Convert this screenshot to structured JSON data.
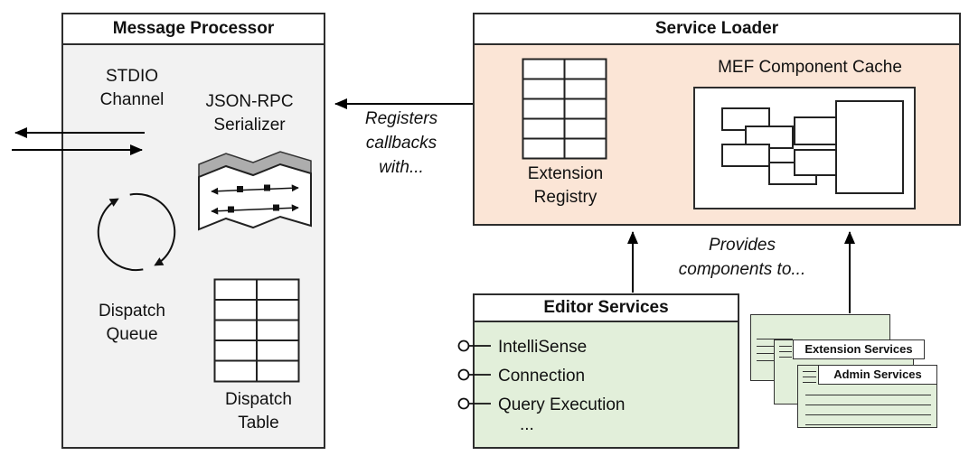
{
  "message_processor": {
    "title": "Message Processor",
    "stdio_channel": "STDIO\nChannel",
    "json_rpc_serializer": "JSON-RPC\nSerializer",
    "dispatch_queue": "Dispatch\nQueue",
    "dispatch_table": "Dispatch\nTable"
  },
  "service_loader": {
    "title": "Service Loader",
    "extension_registry": "Extension\nRegistry",
    "mef_cache_title": "MEF Component Cache"
  },
  "editor_services": {
    "title": "Editor Services",
    "items": [
      "IntelliSense",
      "Connection",
      "Query Execution"
    ],
    "more": "..."
  },
  "service_cards": {
    "extension_services": "Extension Services",
    "admin_services": "Admin Services"
  },
  "edge_labels": {
    "registers_callbacks": "Registers\ncallbacks\nwith...",
    "provides_components": "Provides\ncomponents to..."
  },
  "colors": {
    "message_processor_fill": "#f2f2f2",
    "service_loader_fill": "#fbe5d6",
    "services_green_fill": "#e2efda",
    "border": "#2d2d2d"
  }
}
